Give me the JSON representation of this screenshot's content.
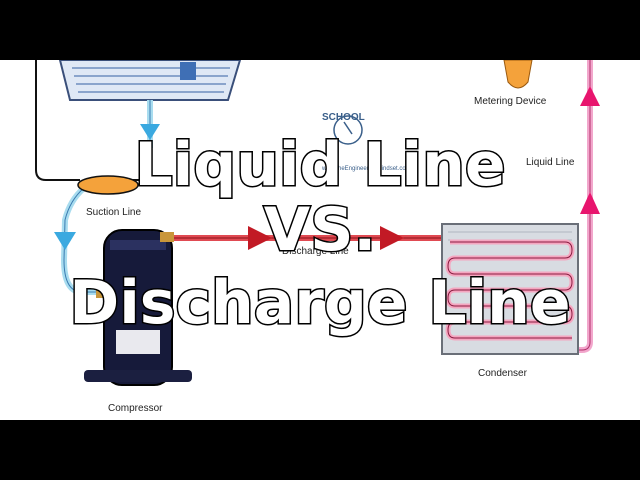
{
  "title": {
    "line1": "Liquid Line",
    "line2": "VS.",
    "line3": "Discharge Line"
  },
  "labels": {
    "metering_device": "Metering Device",
    "liquid_line": "Liquid Line",
    "suction_line": "Suction Line",
    "discharge_line": "Discharge Line",
    "condenser": "Condenser",
    "compressor": "Compressor"
  },
  "watermark": {
    "text": "SCHOOL",
    "url": "www.theEngineeringMindset.com"
  },
  "colors": {
    "discharge_pipe": "#e04a52",
    "liquid_pipe": "#f2a6cc",
    "liquid_arrow": "#e8156e",
    "suction_pipe": "#a8dcef",
    "suction_arrow": "#3aa9e0",
    "discharge_arrow": "#c21a25",
    "metering_device": "#f4a23b",
    "condenser_coil": "#f5a6c0"
  }
}
